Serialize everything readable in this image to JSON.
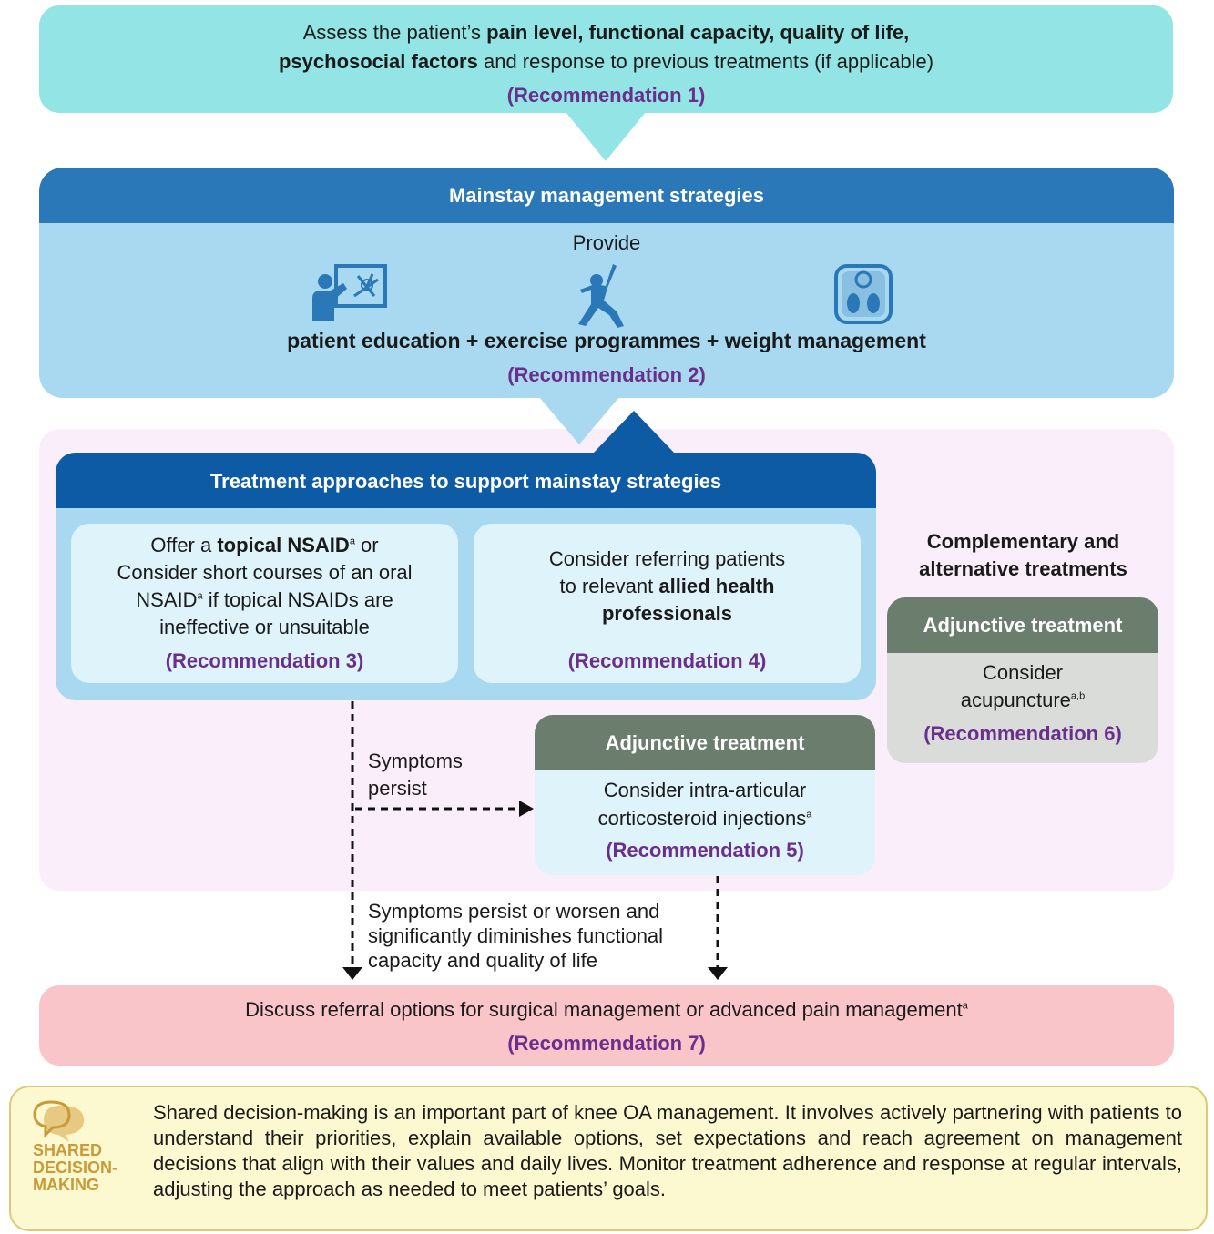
{
  "assess": {
    "pre": "Assess the patient’s ",
    "bold1": "pain level, functional capacity, quality of life,",
    "bold2": "psychosocial factors",
    "post": " and response to previous treatments (if applicable)",
    "rec": "(Recommendation 1)"
  },
  "mainstay": {
    "title": "Mainstay management strategies",
    "provide": "Provide",
    "items": "patient education + exercise programmes + weight management",
    "rec": "(Recommendation 2)",
    "icons": [
      "teaching-icon",
      "exercise-icon",
      "weight-scale-icon"
    ]
  },
  "treatment": {
    "title": "Treatment approaches to support mainstay strategies",
    "card3": {
      "l1_pre": "Offer a ",
      "l1_bold": "topical NSAID",
      "l1_sup": "a",
      "l1_post": " or",
      "l2": "Consider short courses of an oral",
      "l3_pre": "NSAID",
      "l3_sup": "a",
      "l3_post": " if topical NSAIDs are",
      "l4": "ineffective or unsuitable",
      "rec": "(Recommendation 3)"
    },
    "card4": {
      "l1": "Consider referring patients",
      "l2_pre": "to relevant ",
      "l2_bold": "allied health",
      "l3_bold": "professionals",
      "rec": "(Recommendation 4)"
    }
  },
  "cat": {
    "title_l1": "Complementary and",
    "title_l2": "alternative treatments",
    "adjunct_title": "Adjunctive treatment",
    "l1": "Consider",
    "l2": "acupuncture",
    "sup": "a,b",
    "rec": "(Recommendation 6)"
  },
  "adjunct5": {
    "title": "Adjunctive treatment",
    "l1": "Consider intra-articular",
    "l2": "corticosteroid injections",
    "sup": "a",
    "rec": "(Recommendation 5)"
  },
  "flow": {
    "symptoms_l1": "Symptoms",
    "symptoms_l2": "persist",
    "worsen_l1": "Symptoms persist or worsen and",
    "worsen_l2": "significantly diminishes functional",
    "worsen_l3": "capacity and quality of life"
  },
  "referral": {
    "text": "Discuss referral options for surgical management or advanced pain management",
    "sup": "a",
    "rec": "(Recommendation 7)"
  },
  "sdm": {
    "label_l1": "SHARED",
    "label_l2": "DECISION-",
    "label_l3": "MAKING",
    "text": "Shared decision-making is an important part of knee OA management. It involves actively partnering with patients to understand their priorities, explain available options, set expectations and reach agreement on management decisions that align with their values and daily lives. Monitor treatment adherence and response at regular intervals, adjusting the approach as needed to meet patients’ goals."
  },
  "colors": {
    "teal": "#93e4e4",
    "light_blue": "#a9d9f0",
    "mid_blue": "#2a78b8",
    "dark_blue": "#0d5aa5",
    "purple_rec": "#6a2f8c",
    "grey_green": "#6b7d6c",
    "pink": "#f9c5c9",
    "lavender": "#faeefb",
    "sdm_bg": "#fcf8cf",
    "sdm_gold": "#c99a37"
  }
}
